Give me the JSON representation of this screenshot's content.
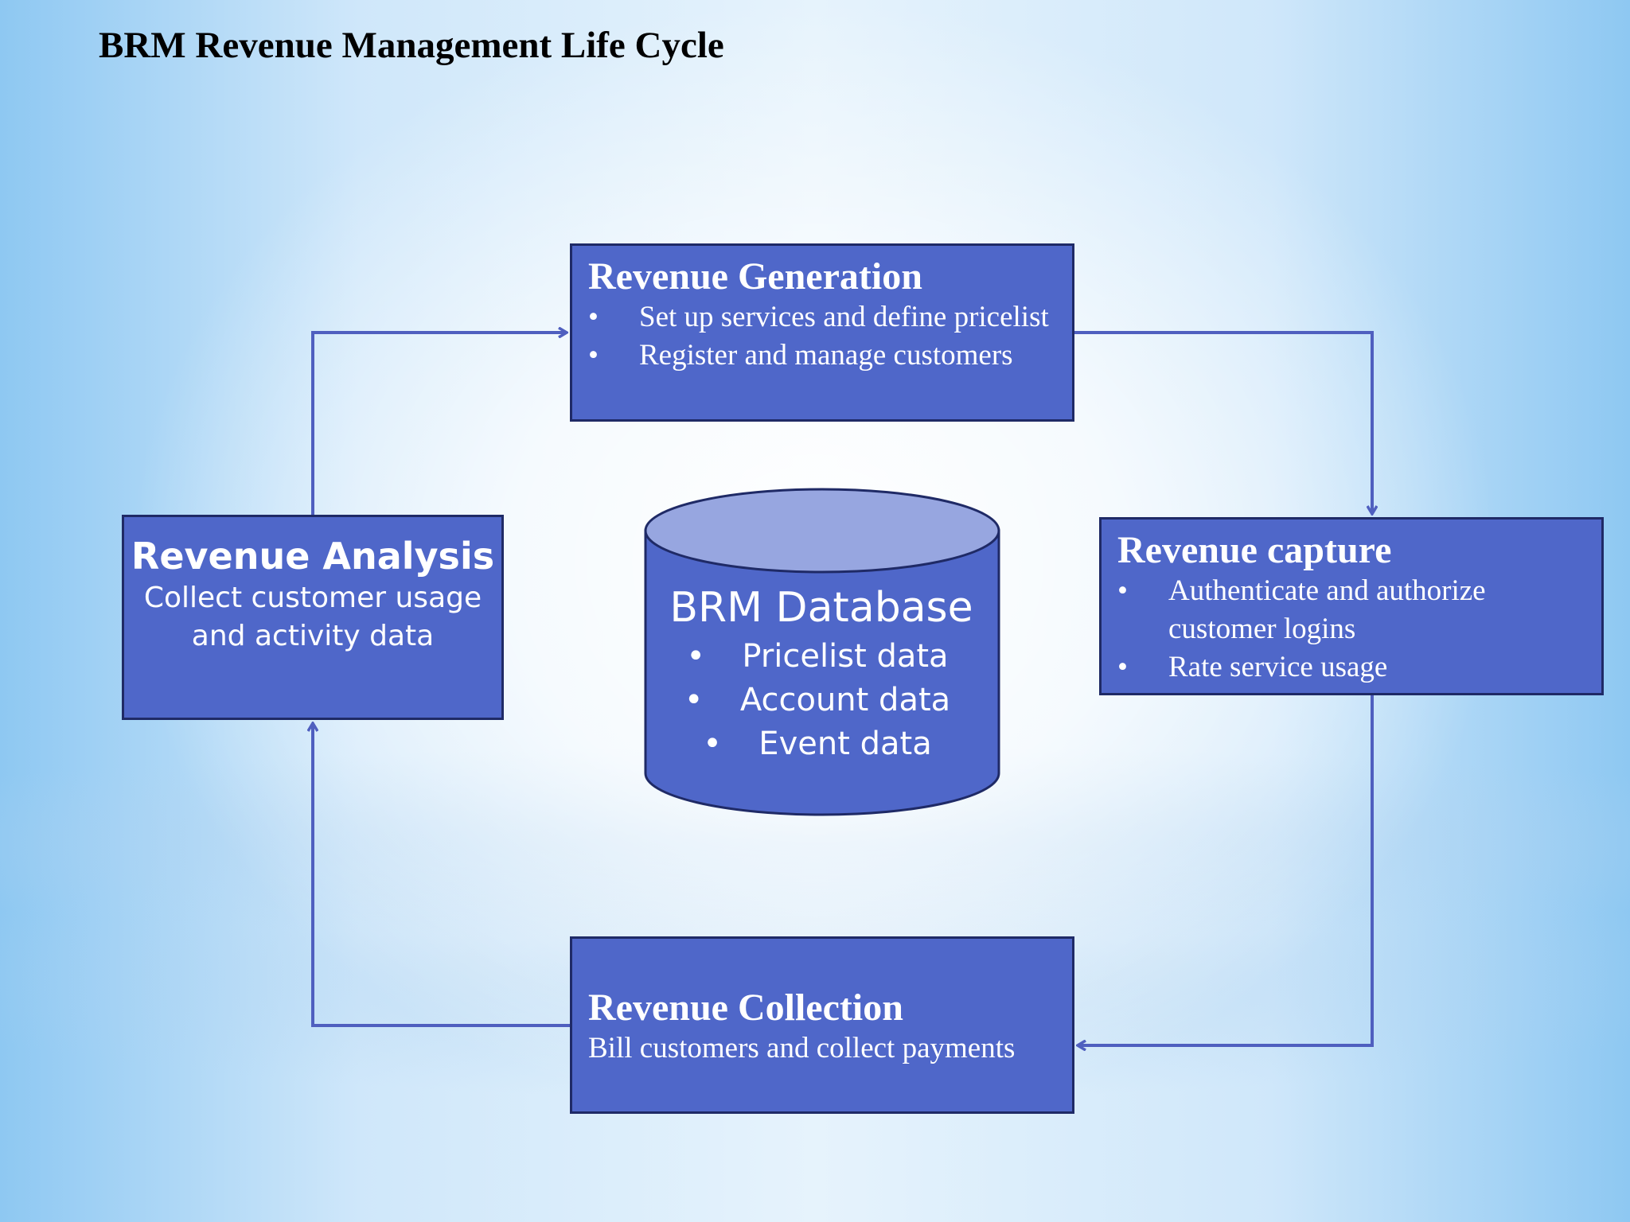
{
  "title": "BRM Revenue Management Life Cycle",
  "colors": {
    "box_fill": "#4f67c9",
    "box_border": "#1f2a66",
    "arrow": "#4f5fbf",
    "cylinder_top": "#97a6e0",
    "text_on_box": "#ffffff"
  },
  "generation": {
    "title": "Revenue Generation",
    "items": [
      "Set up services and define pricelist",
      "Register and manage customers"
    ]
  },
  "capture": {
    "title": "Revenue capture",
    "items": [
      "Authenticate and authorize customer logins",
      "Rate service usage"
    ]
  },
  "collection": {
    "title": "Revenue Collection",
    "description": "Bill customers and collect payments"
  },
  "analysis": {
    "title": "Revenue Analysis",
    "description": "Collect customer usage and activity data"
  },
  "database": {
    "title": "BRM Database",
    "items": [
      "Pricelist data",
      "Account data",
      "Event data"
    ]
  }
}
